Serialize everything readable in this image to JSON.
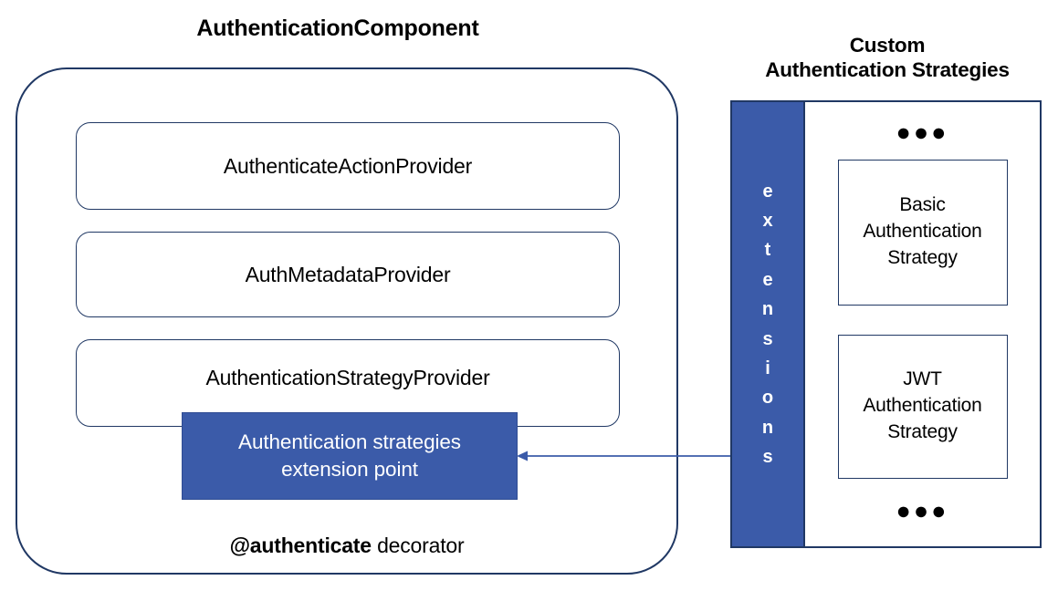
{
  "diagram": {
    "component": {
      "title": "AuthenticationComponent",
      "decorator_caption": {
        "strong": "@authenticate",
        "rest": " decorator"
      },
      "providers": [
        {
          "label": "AuthenticateActionProvider"
        },
        {
          "label": "AuthMetadataProvider"
        },
        {
          "label": "AuthenticationStrategyProvider"
        }
      ],
      "extension_point": {
        "label": "Authentication strategies\nextension point"
      }
    },
    "custom_strategies": {
      "title": "Custom\nAuthentication Strategies",
      "extensions_label": "e\nx\nt\ne\nn\ns\ni\no\nn\ns",
      "ellipsis_top": "●●●",
      "ellipsis_bottom": "●●●",
      "strategies": [
        {
          "label": "Basic\nAuthentication\nStrategy"
        },
        {
          "label": "JWT\nAuthentication\nStrategy"
        }
      ]
    },
    "connector": {
      "label": "extensions-to-extension-point-arrow",
      "direction": "right-to-left"
    },
    "colors": {
      "accent_blue": "#3B5BA9",
      "border_navy": "#203864",
      "text_black": "#000000",
      "surface_white": "#FFFFFF"
    }
  }
}
